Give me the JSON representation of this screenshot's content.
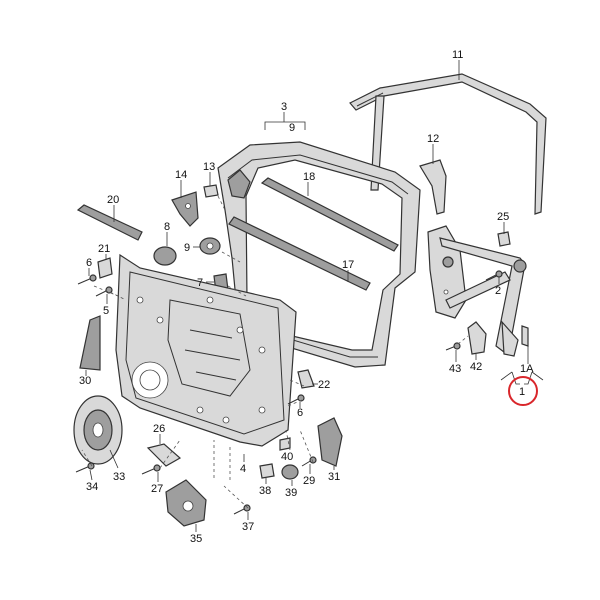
{
  "colors": {
    "highlight": "#d9262b"
  },
  "labels": {
    "l1": "1",
    "l1a": "1A",
    "l2": "2",
    "l3": "3",
    "l4": "4",
    "l5": "5",
    "l6a": "6",
    "l6b": "6",
    "l7": "7",
    "l8": "8",
    "l9": "9",
    "l9b": "9",
    "l11": "11",
    "l12": "12",
    "l13": "13",
    "l14": "14",
    "l17": "17",
    "l18": "18",
    "l20": "20",
    "l21": "21",
    "l22": "22",
    "l25": "25",
    "l26": "26",
    "l27": "27",
    "l29": "29",
    "l30": "30",
    "l31": "31",
    "l33": "33",
    "l34": "34",
    "l35": "35",
    "l37": "37",
    "l38": "38",
    "l39": "39",
    "l40": "40",
    "l42": "42",
    "l43": "43"
  }
}
